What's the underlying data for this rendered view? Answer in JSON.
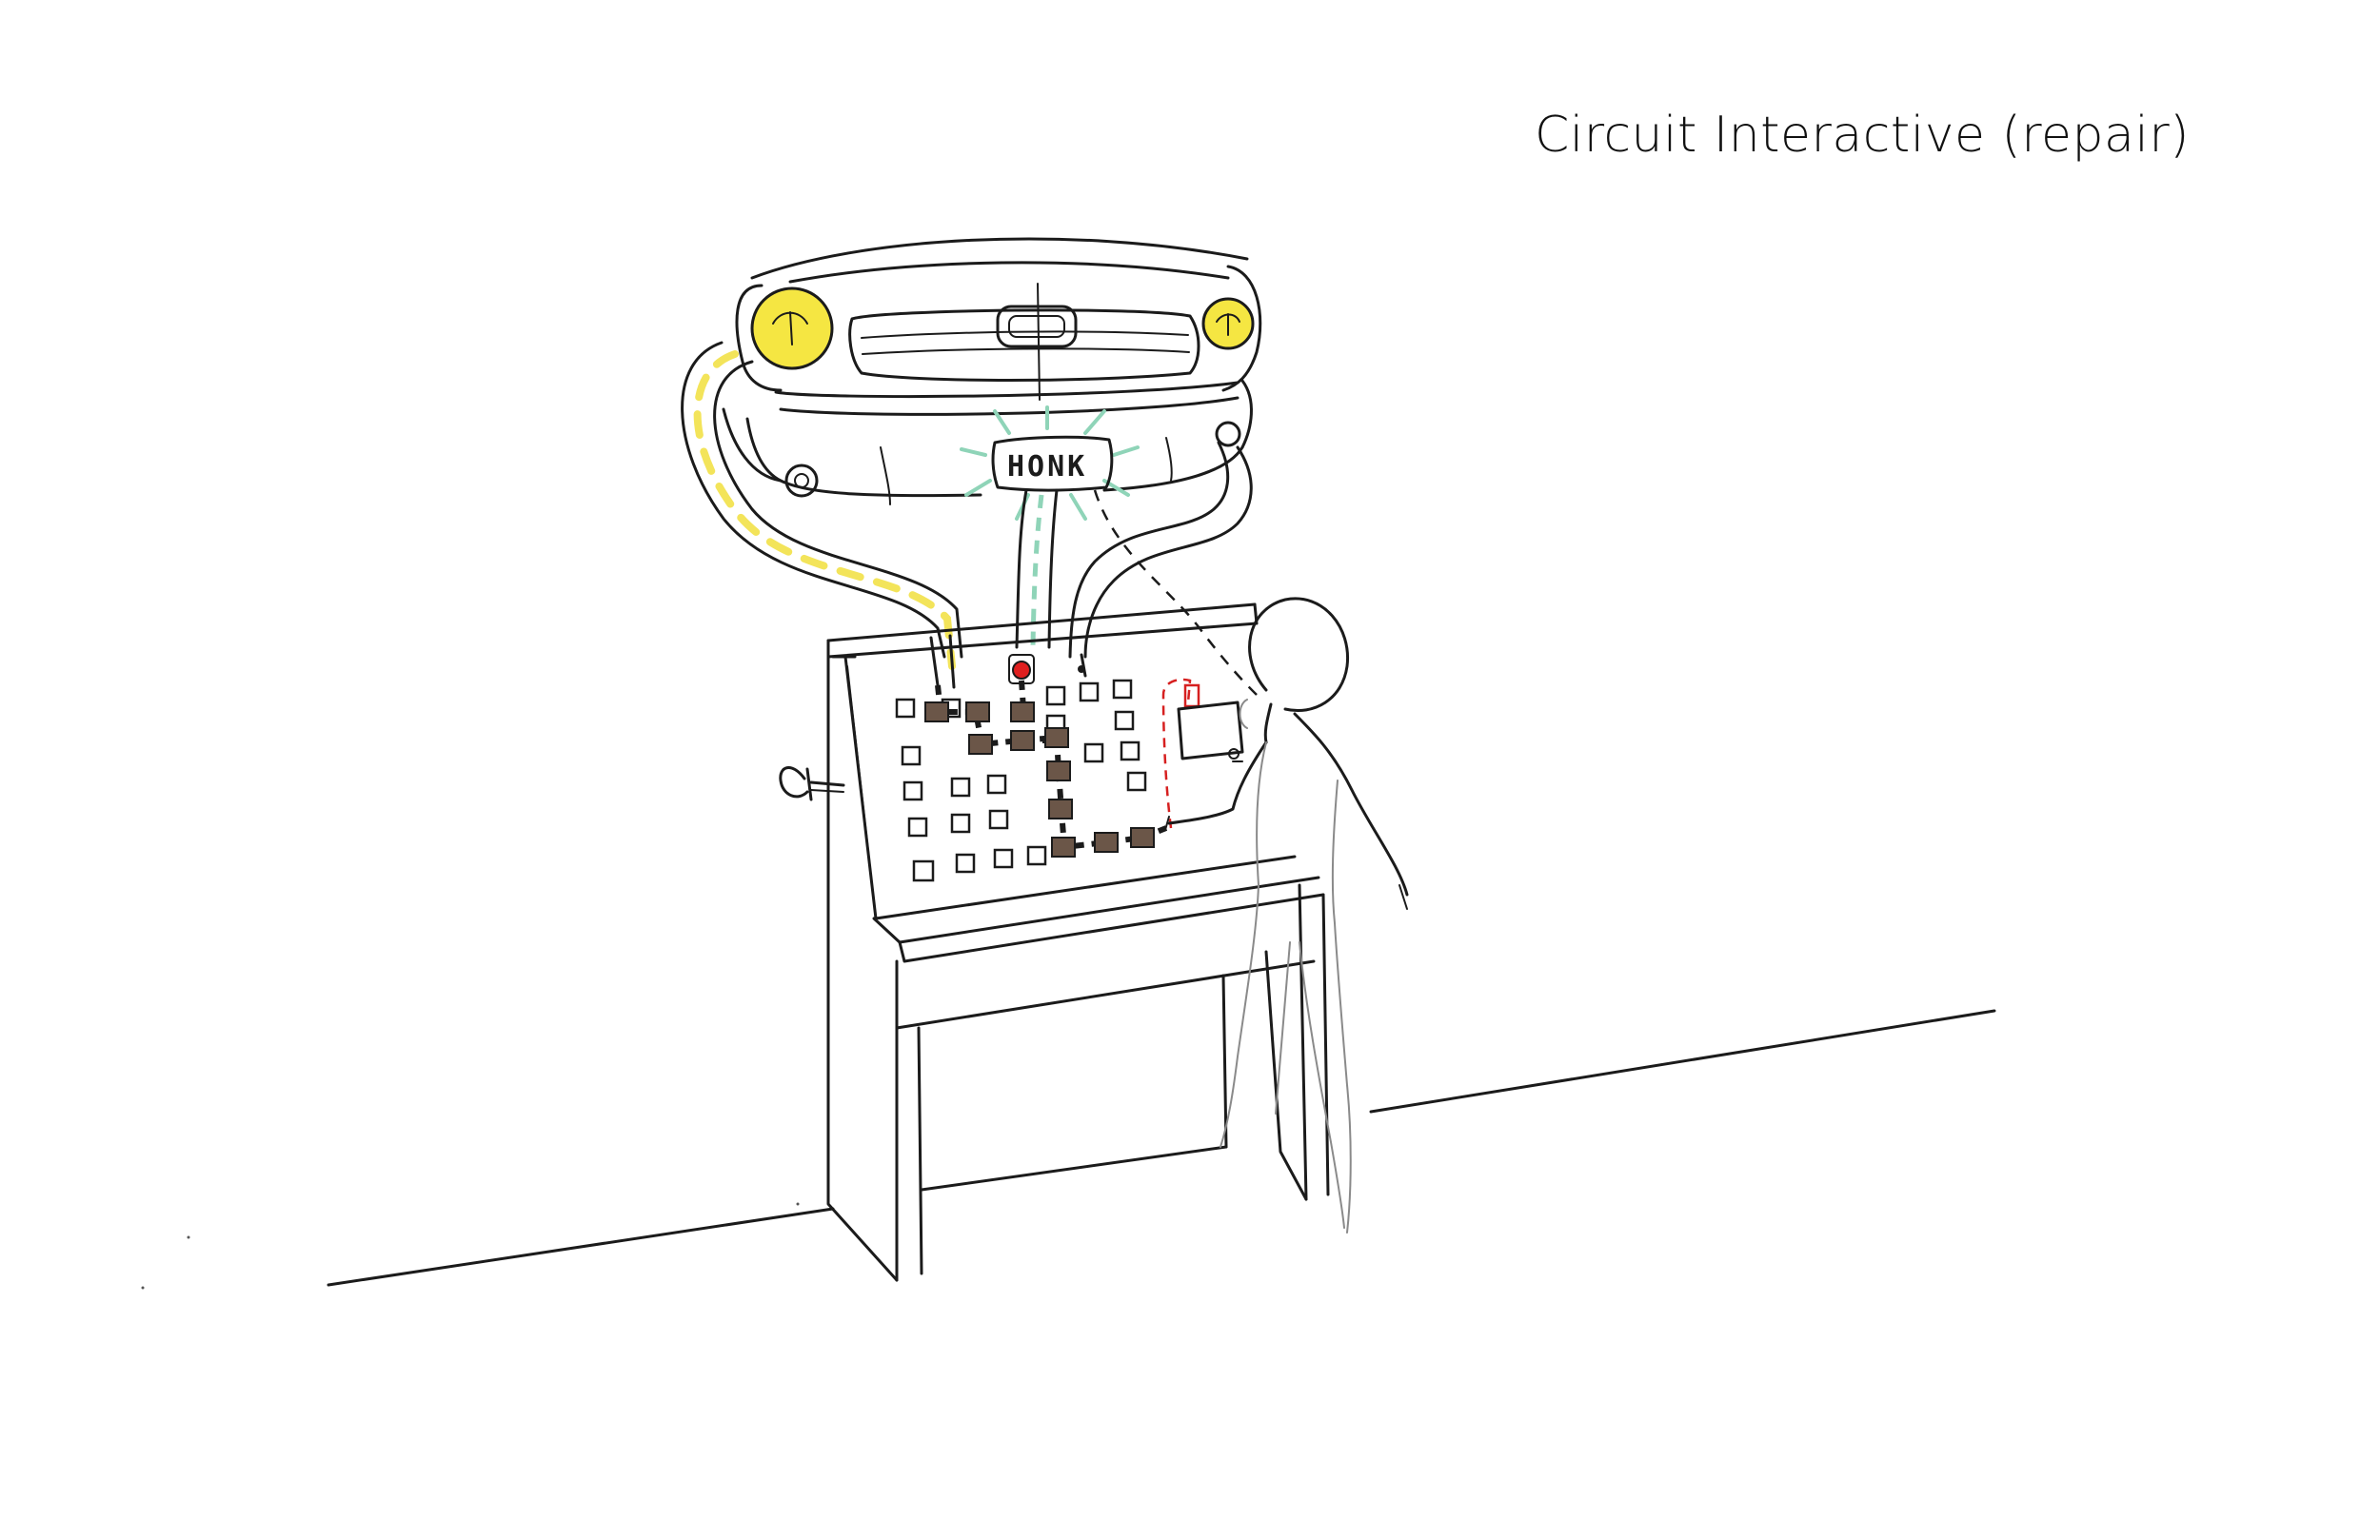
{
  "title": "Circuit Interactive (repair)",
  "horn": {
    "label": "HONK"
  },
  "colors": {
    "ink": "#1b1b1b",
    "headlight": "#f5e642",
    "headlight_glow": "#f7ee8c",
    "wire_dash": "#f3e45a",
    "horn_glow": "#8fd4b8",
    "circuit_tile": "#6b5648",
    "red_bulb": "#e02020",
    "red_dash": "#d62020"
  },
  "icons": [
    "car-front",
    "headlight",
    "horn-sign",
    "crank-handle",
    "circuit-tile",
    "red-bulb",
    "person"
  ]
}
